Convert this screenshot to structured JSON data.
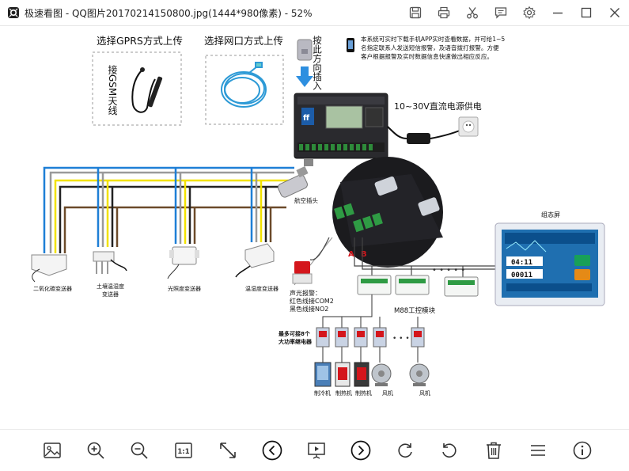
{
  "window": {
    "title": "极速看图 - QQ图片20170214150800.jpg(1444*980像素) - 52%"
  },
  "titlebar_buttons": [
    {
      "name": "save-icon"
    },
    {
      "name": "print-icon"
    },
    {
      "name": "cut-icon"
    },
    {
      "name": "comment-icon"
    },
    {
      "name": "gear-icon"
    },
    {
      "name": "minimize-icon"
    },
    {
      "name": "maximize-icon"
    },
    {
      "name": "close-icon"
    }
  ],
  "diagram": {
    "gprs_title": "选择GPRS方式上传",
    "gsm_antenna": "接GSM天线",
    "network_title": "选择网口方式上传",
    "insert_note": "按此方向插入",
    "system_note_1": "本系统可实时下载手机APP实时查看数据，并可给1~5",
    "system_note_2": "名指定联系人发送短信报警，及语音拨打报警。方便",
    "system_note_3": "客户根据报警及实时数据信息快速做出相应反应。",
    "power_label": "10~30V直流电源供电",
    "aviation_plug": "航空插头",
    "hmi_label": "组态屏",
    "hmi_value_1": "04:11",
    "hmi_value_2": "00011",
    "sensor_1": "二氧化碳变送器",
    "sensor_2a": "土壤温湿度",
    "sensor_2b": "变送器",
    "sensor_3": "光照度变送器",
    "sensor_4": "温湿度变送器",
    "alarm_1": "声光报警：",
    "alarm_2": "红色线接COM2",
    "alarm_3": "黑色线接NO2",
    "terminal_a": "A",
    "terminal_b": "B",
    "m88_label": "M88工控模块",
    "relay_note_1": "最多可接8个",
    "relay_note_2": "大功率继电器",
    "device_1": "制冷机",
    "device_2": "制热机",
    "device_3": "制热机",
    "device_4": "风机",
    "device_5": "风机"
  },
  "bottom_buttons": [
    {
      "name": "image-icon"
    },
    {
      "name": "zoom-in-icon"
    },
    {
      "name": "zoom-out-icon"
    },
    {
      "name": "actual-size-icon",
      "label": "1:1"
    },
    {
      "name": "fullscreen-icon"
    },
    {
      "name": "previous-icon"
    },
    {
      "name": "slideshow-icon"
    },
    {
      "name": "next-icon"
    },
    {
      "name": "rotate-right-icon"
    },
    {
      "name": "rotate-left-icon"
    },
    {
      "name": "delete-icon"
    },
    {
      "name": "menu-icon"
    },
    {
      "name": "info-icon"
    }
  ],
  "colors": {
    "wire_blue": "#1e7fd6",
    "wire_yellow": "#f2e200",
    "wire_black": "#222222",
    "wire_brown": "#6b4a2a",
    "wire_gray": "#9a9a9a",
    "accent_red": "#d4161c",
    "arrow_blue": "#2d8fe0"
  }
}
